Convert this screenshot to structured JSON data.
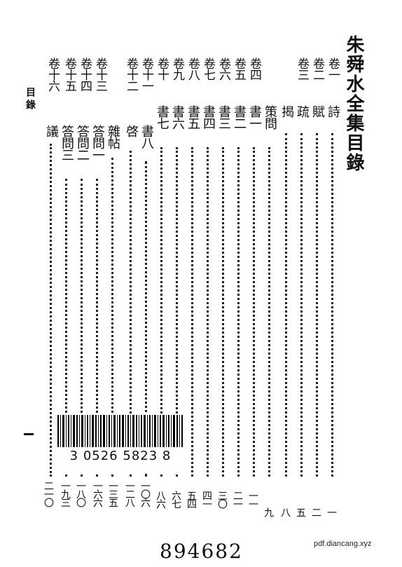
{
  "title": "朱舜水全集目錄",
  "side_label": "目錄",
  "juan_labels": [
    "卷一",
    "卷二",
    "卷三",
    "卷四",
    "卷五",
    "卷六",
    "卷七",
    "卷八",
    "卷九",
    "卷十",
    "卷十一",
    "卷十二",
    "卷十三",
    "卷十四",
    "卷十五",
    "卷十六"
  ],
  "entries": [
    "詩",
    "賦",
    "疏",
    "揭",
    "策問",
    "書一",
    "書二",
    "書三",
    "書四",
    "書五",
    "書六",
    "書七",
    "書八",
    "啓",
    "雜帖",
    "答問一",
    "答問二",
    "答問三",
    "議"
  ],
  "page_numbers": [
    "一",
    "二",
    "五",
    "八",
    "九",
    "一一",
    "二一",
    "三〇",
    "四一",
    "五四",
    "六七",
    "八六",
    "一〇六",
    "一二八",
    "一三五",
    "一六六",
    "一八〇",
    "一九三",
    "二一〇"
  ],
  "barcode_number": "3  0526  5823  8",
  "bottom_number": "894682",
  "watermark": "pdf.diancang.xyz"
}
